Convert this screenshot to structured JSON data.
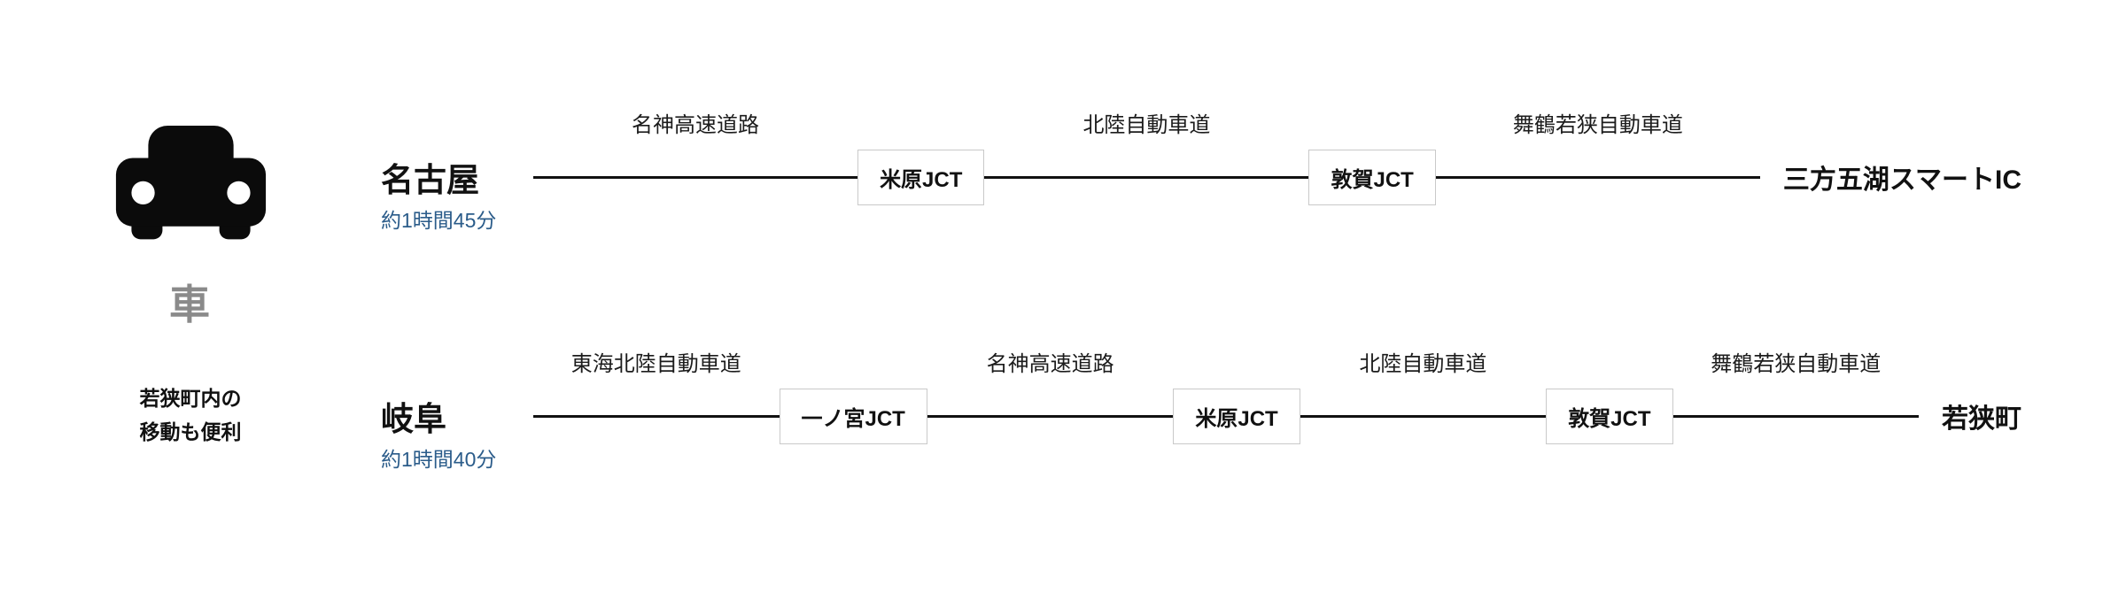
{
  "left_panel": {
    "icon": "car-icon",
    "mode_label": "車",
    "note": {
      "line1": "若狭町内の",
      "line2": "移動も便利"
    }
  },
  "routes": [
    {
      "origin": "名古屋",
      "duration": "約1時間45分",
      "destination": "三方五湖スマートIC",
      "roads": [
        "名神高速道路",
        "北陸自動車道",
        "舞鶴若狭自動車道"
      ],
      "junctions": [
        "米原JCT",
        "敦賀JCT"
      ]
    },
    {
      "origin": "岐阜",
      "duration": "約1時間40分",
      "destination": "若狭町",
      "roads": [
        "東海北陸自動車道",
        "名神高速道路",
        "北陸自動車道",
        "舞鶴若狭自動車道"
      ],
      "junctions": [
        "一ノ宮JCT",
        "米原JCT",
        "敦賀JCT"
      ]
    }
  ],
  "colors": {
    "line": "#111111",
    "duration_text": "#2b5c8a",
    "mode_label_text": "#8a8a8a",
    "jct_border": "#c9c9c9"
  }
}
